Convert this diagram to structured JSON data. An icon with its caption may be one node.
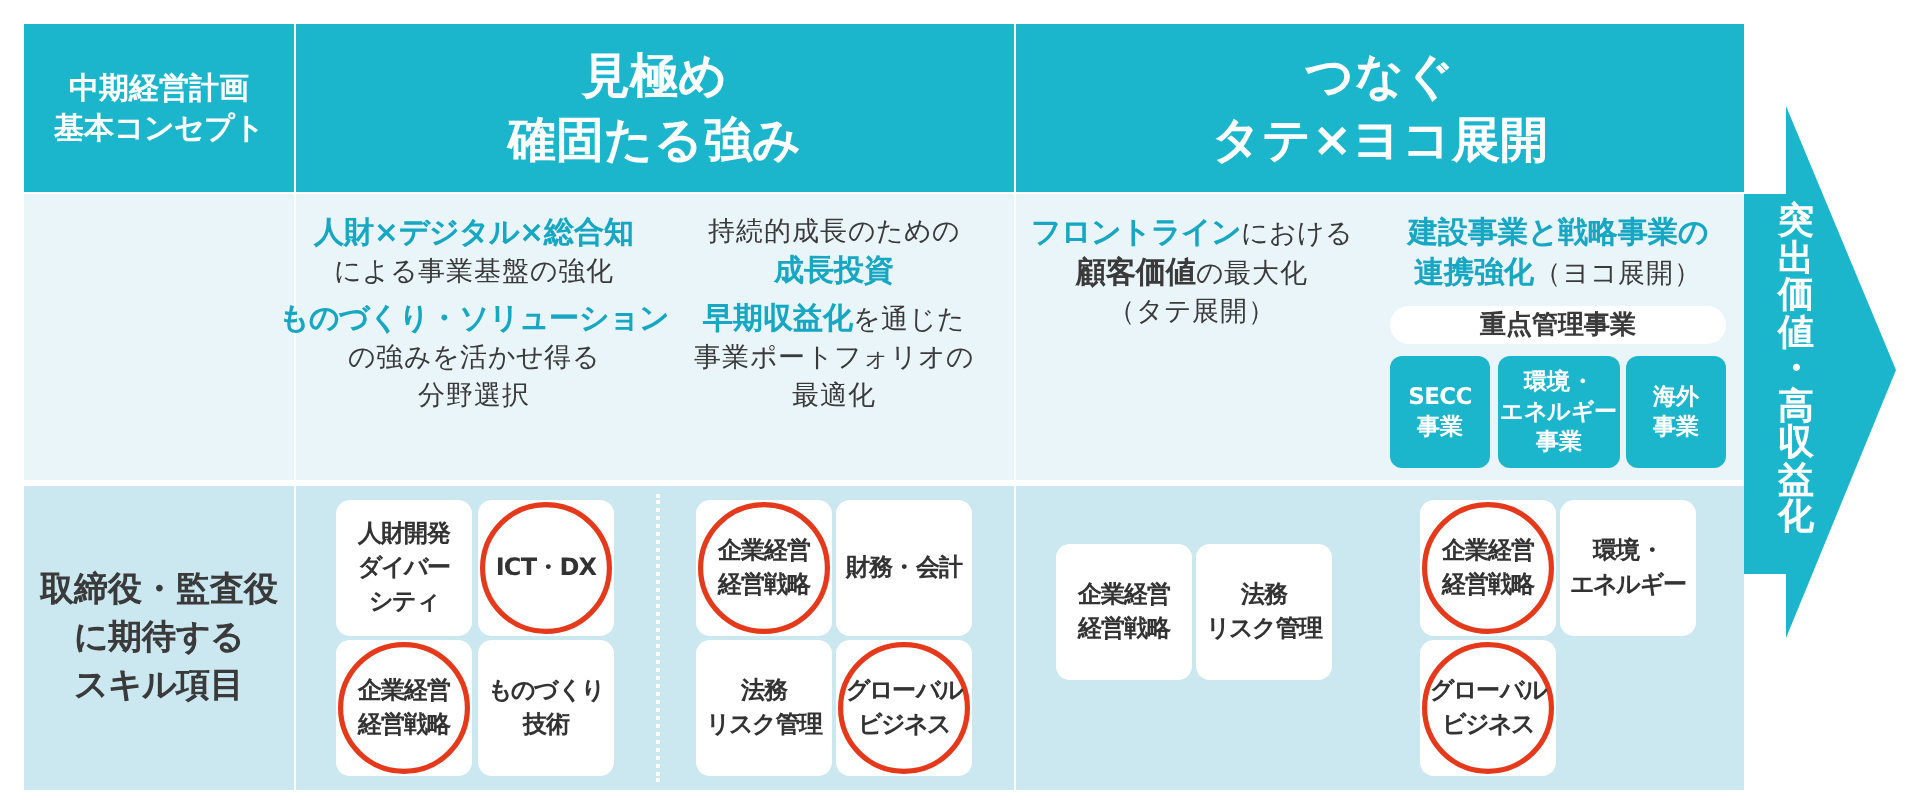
{
  "diagram": {
    "nodes": [
      {
        "text": [
          "中期経営計画基本コンセプト"
        ]
      },
      {
        "text": [
          "見極め確固たる強み"
        ]
      },
      {
        "text": [
          "つなぐタテ×ヨコ展開"
        ]
      },
      {
        "text": [
          "突出価値・高収益化"
        ]
      },
      {
        "text": [],
        "shape": "box"
      },
      {
        "text": [
          "**人財×デジタル×総合知**による事業基盤の強化",
          "**ものづくり・ソリューション**の強みを活かせ得る分野選択",
          "持続的成長のための**成長投資**",
          "**早期収益化**を通じた事業ポートフォリオの最適化"
        ]
      },
      {
        "text": [
          "**フロントライン**における**顧客価値**の最大化（タテ展開）",
          "**建設事業と戦略事業の連携強化**（ヨコ展開）"
        ]
      },
      {
        "text": [
          "重点管理事業"
        ],
        "in": 6
      },
      {
        "text": [
          "SECC事業"
        ],
        "in": 6
      },
      {
        "text": [
          "環境・エネルギー事業"
        ],
        "in": 6
      },
      {
        "text": [
          "海外事業"
        ],
        "in": 6
      },
      {
        "text": [
          "取締役・監査役に期待するスキル項目"
        ]
      },
      {
        "text": [],
        "shape": "box"
      },
      {
        "text": [
          "人財開発ダイバーシティ"
        ],
        "in": 12
      },
      {
        "text": [],
        "shape": "box",
        "in": 12
      },
      {
        "text": [
          "ICT・DX"
        ],
        "in": 14
      },
      {
        "text": [],
        "shape": "box",
        "in": 12
      },
      {
        "text": [
          "企業経営経営戦略"
        ],
        "in": 16
      },
      {
        "text": [
          "ものづくり技術"
        ],
        "in": 12
      },
      {
        "text": [],
        "shape": "box",
        "in": 12
      },
      {
        "text": [
          "企業経営経営戦略"
        ],
        "in": 19
      },
      {
        "text": [
          "財務・会計"
        ],
        "in": 12
      },
      {
        "text": [
          "法務リスク管理"
        ],
        "in": 12
      },
      {
        "text": [],
        "shape": "box",
        "in": 12
      },
      {
        "text": [
          "グローバルビジネス"
        ],
        "in": 23
      },
      {
        "text": [],
        "shape": "box"
      },
      {
        "text": [
          "企業経営経営戦略"
        ],
        "in": 25
      },
      {
        "text": [
          "法務リスク管理"
        ],
        "in": 25
      },
      {
        "text": [],
        "shape": "box",
        "in": 25
      },
      {
        "text": [
          "企業経営経営戦略"
        ],
        "in": 28
      },
      {
        "text": [
          "環境・エネルギー"
        ],
        "in": 25
      },
      {
        "text": [],
        "shape": "box",
        "in": 25
      },
      {
        "text": [
          "グローバルビジネス"
        ],
        "in": 31
      }
    ]
  }
}
